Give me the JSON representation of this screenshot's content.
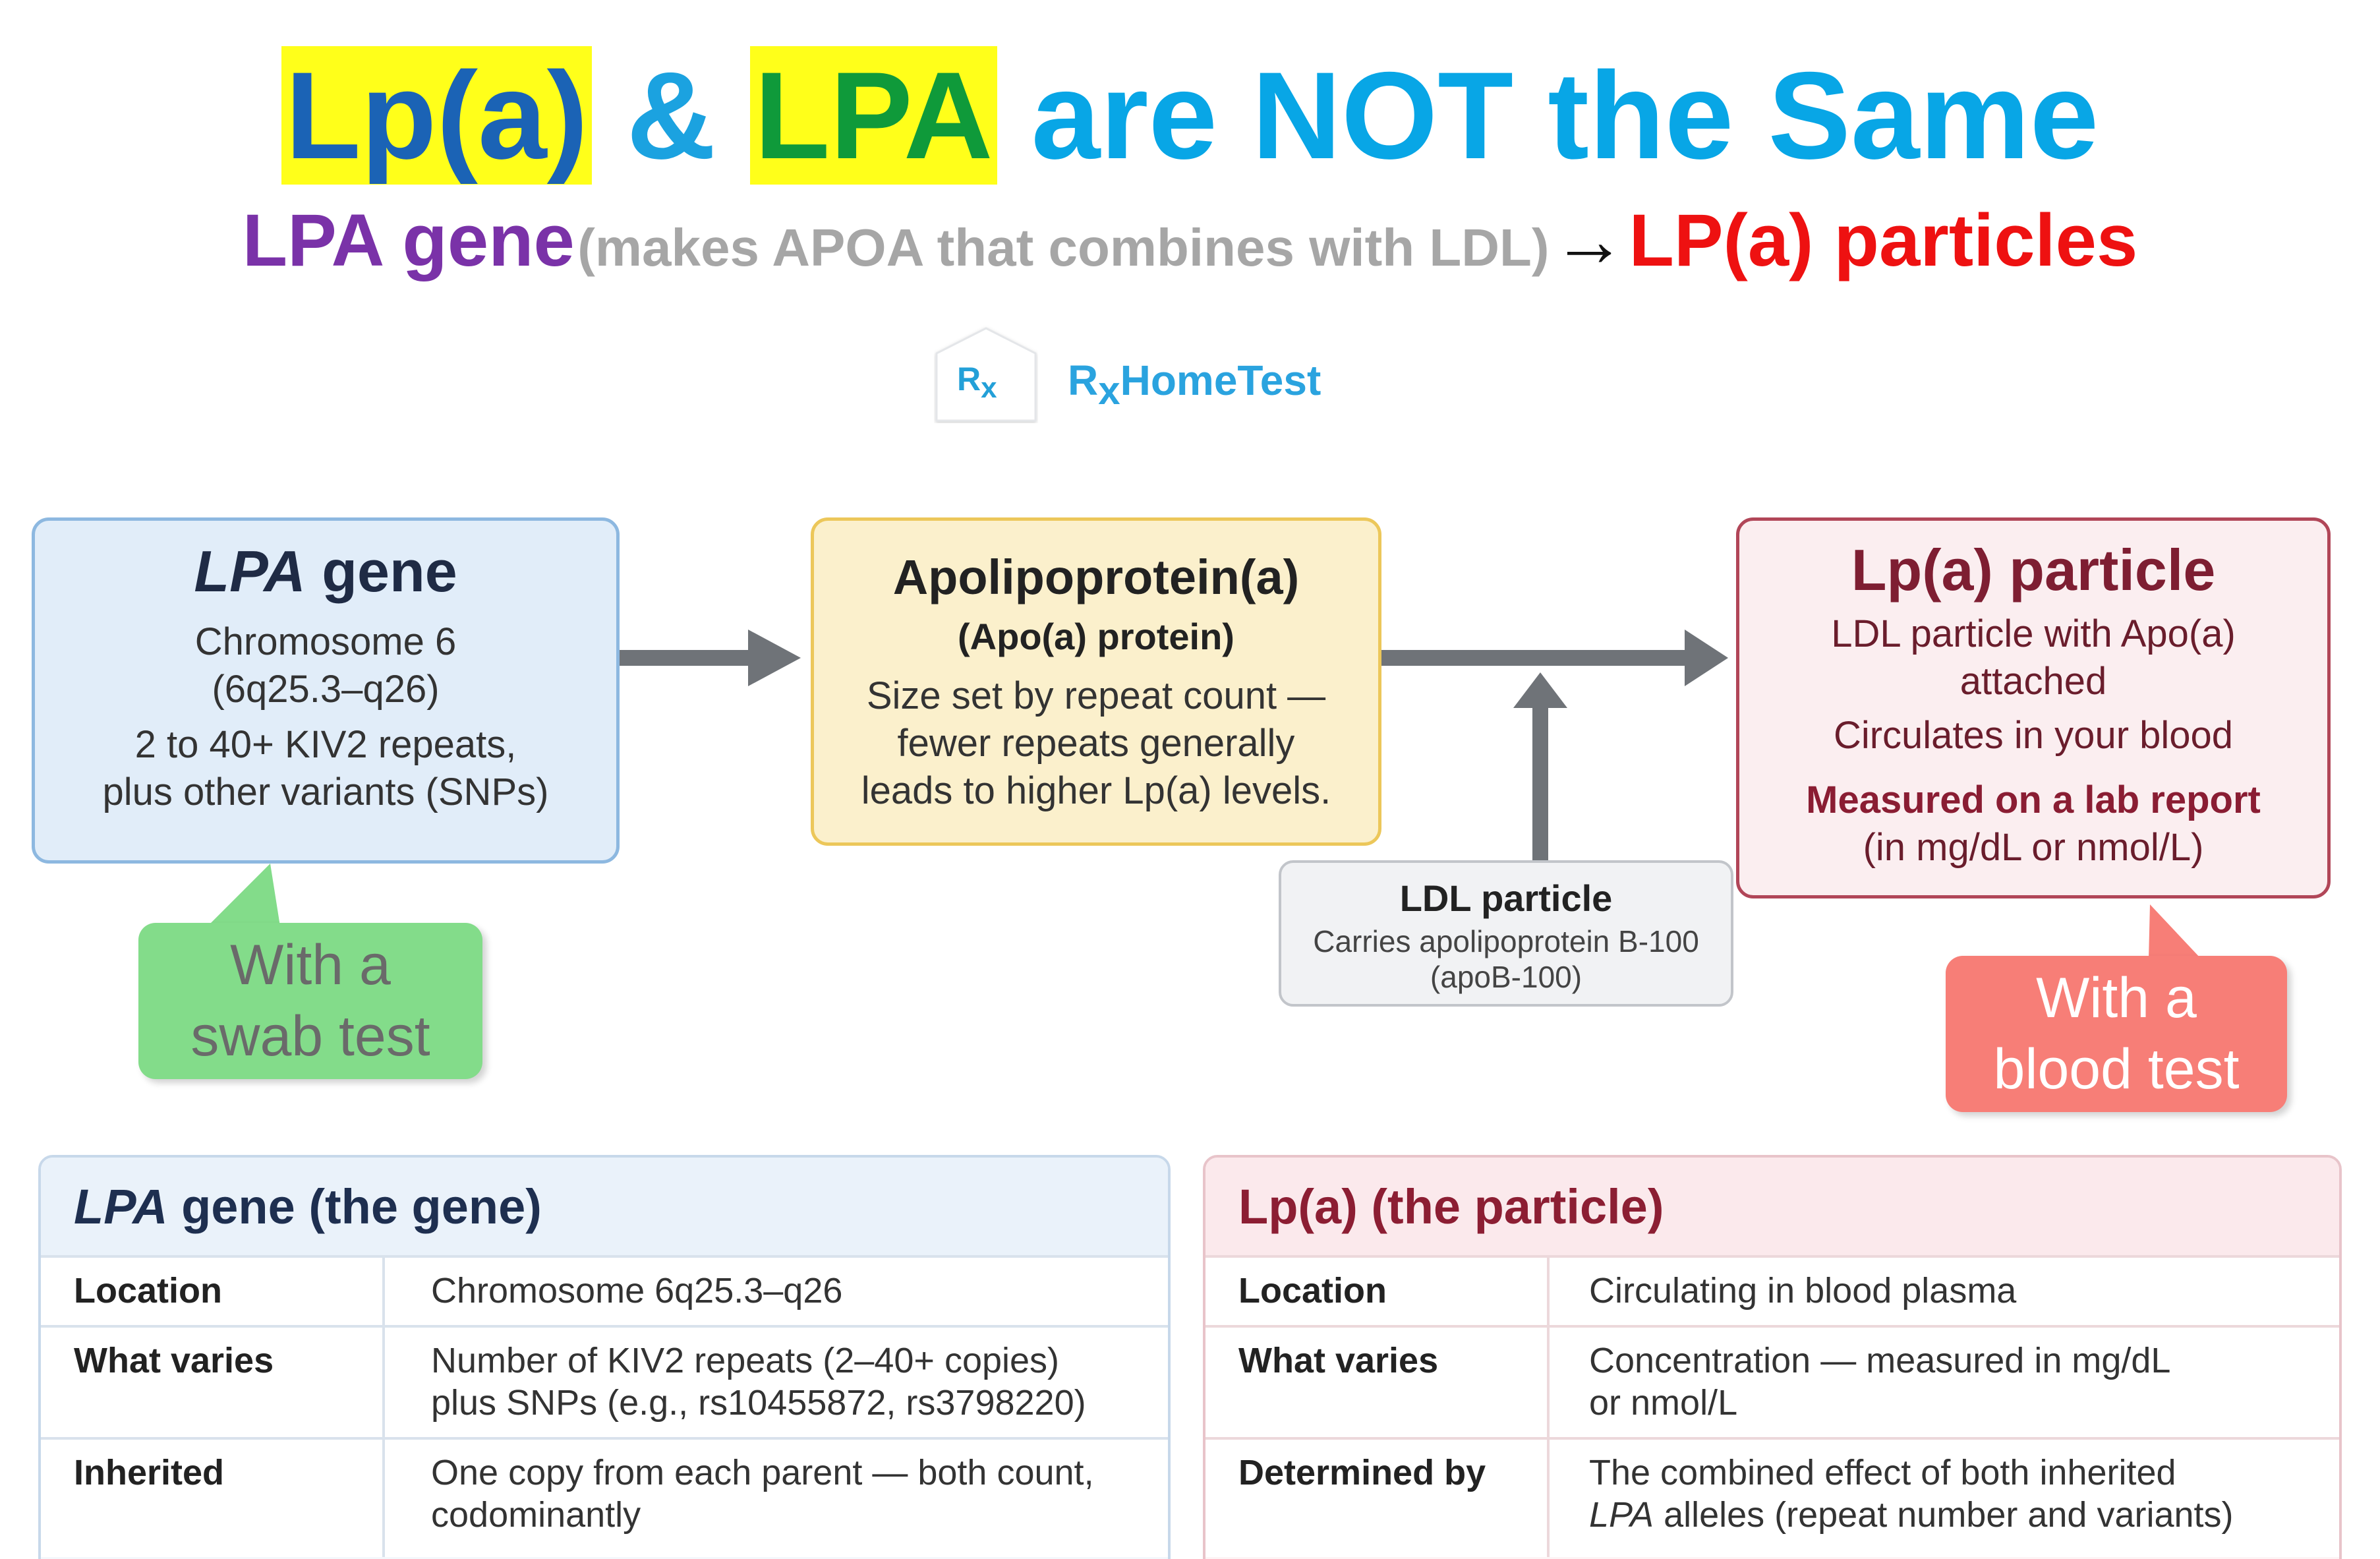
{
  "header": {
    "title_lpa1": "Lp(a)",
    "title_amp": "&",
    "title_lpa2": "LPA",
    "title_rest": "are NOT the Same",
    "sub_gene": "LPA gene",
    "sub_note": "(makes APOA that combines with LDL)",
    "sub_arrow": "→",
    "sub_particles": "LP(a) particles"
  },
  "logo": {
    "mark_rx": "R",
    "mark_x": "x",
    "text_r": "R",
    "text_x": "x",
    "text_name": "HomeTest",
    "icon": "house-icon"
  },
  "flow": {
    "gene_box": {
      "title_italic": "LPA",
      "title_rest": "gene",
      "line1": "Chromosome 6",
      "line2": "(6q25.3–q26)",
      "line3": "2 to 40+ KIV2 repeats,",
      "line4": "plus other variants (SNPs)"
    },
    "apo_box": {
      "title": "Apolipoprotein(a)",
      "subtitle": "(Apo(a) protein)",
      "line1": "Size set by repeat count —",
      "line2": "fewer repeats generally",
      "line3": "leads to higher Lp(a) levels."
    },
    "particle_box": {
      "title": "Lp(a) particle",
      "line1": "LDL particle with Apo(a)",
      "line2": "attached",
      "line3": "Circulates in your blood",
      "emph": "Measured on a lab report",
      "line4": "(in mg/dL or nmol/L)"
    },
    "ldl_box": {
      "title": "LDL particle",
      "line1": "Carries apolipoprotein B-100",
      "line2": "(apoB-100)"
    },
    "callout_swab": {
      "line1": "With a",
      "line2": "swab test"
    },
    "callout_blood": {
      "line1": "With a",
      "line2": "blood test"
    }
  },
  "gene_table": {
    "title_italic": "LPA",
    "title_rest": "gene (the gene)",
    "rows": [
      {
        "key": "Location",
        "v1": "Chromosome 6q25.3–q26",
        "v2": ""
      },
      {
        "key": "What varies",
        "v1": "Number of KIV2 repeats (2–40+ copies)",
        "v2": "plus SNPs (e.g., rs10455872, rs3798220)"
      },
      {
        "key": "Inherited",
        "v1": "One copy from each parent — both count,",
        "v2": "codominantly"
      }
    ]
  },
  "particle_table": {
    "title": "Lp(a)  (the particle)",
    "rows": [
      {
        "key": "Location",
        "v1": "Circulating in blood plasma",
        "v2": ""
      },
      {
        "key": "What varies",
        "v1": "Concentration — measured in mg/dL",
        "v2": "or nmol/L"
      },
      {
        "key": "Determined by",
        "v1": "The combined effect of both inherited",
        "v2_italic": "LPA",
        "v2": " alleles (repeat number and variants)"
      }
    ]
  },
  "colors": {
    "title_blue": "#08a6e6",
    "highlight_yellow": "#ffff1a",
    "gene_purple": "#7a32a8",
    "particle_red": "#ee1111",
    "arrow_gray": "#6f7378",
    "swab_green": "#83dc8a",
    "blood_red": "#f77e77"
  }
}
